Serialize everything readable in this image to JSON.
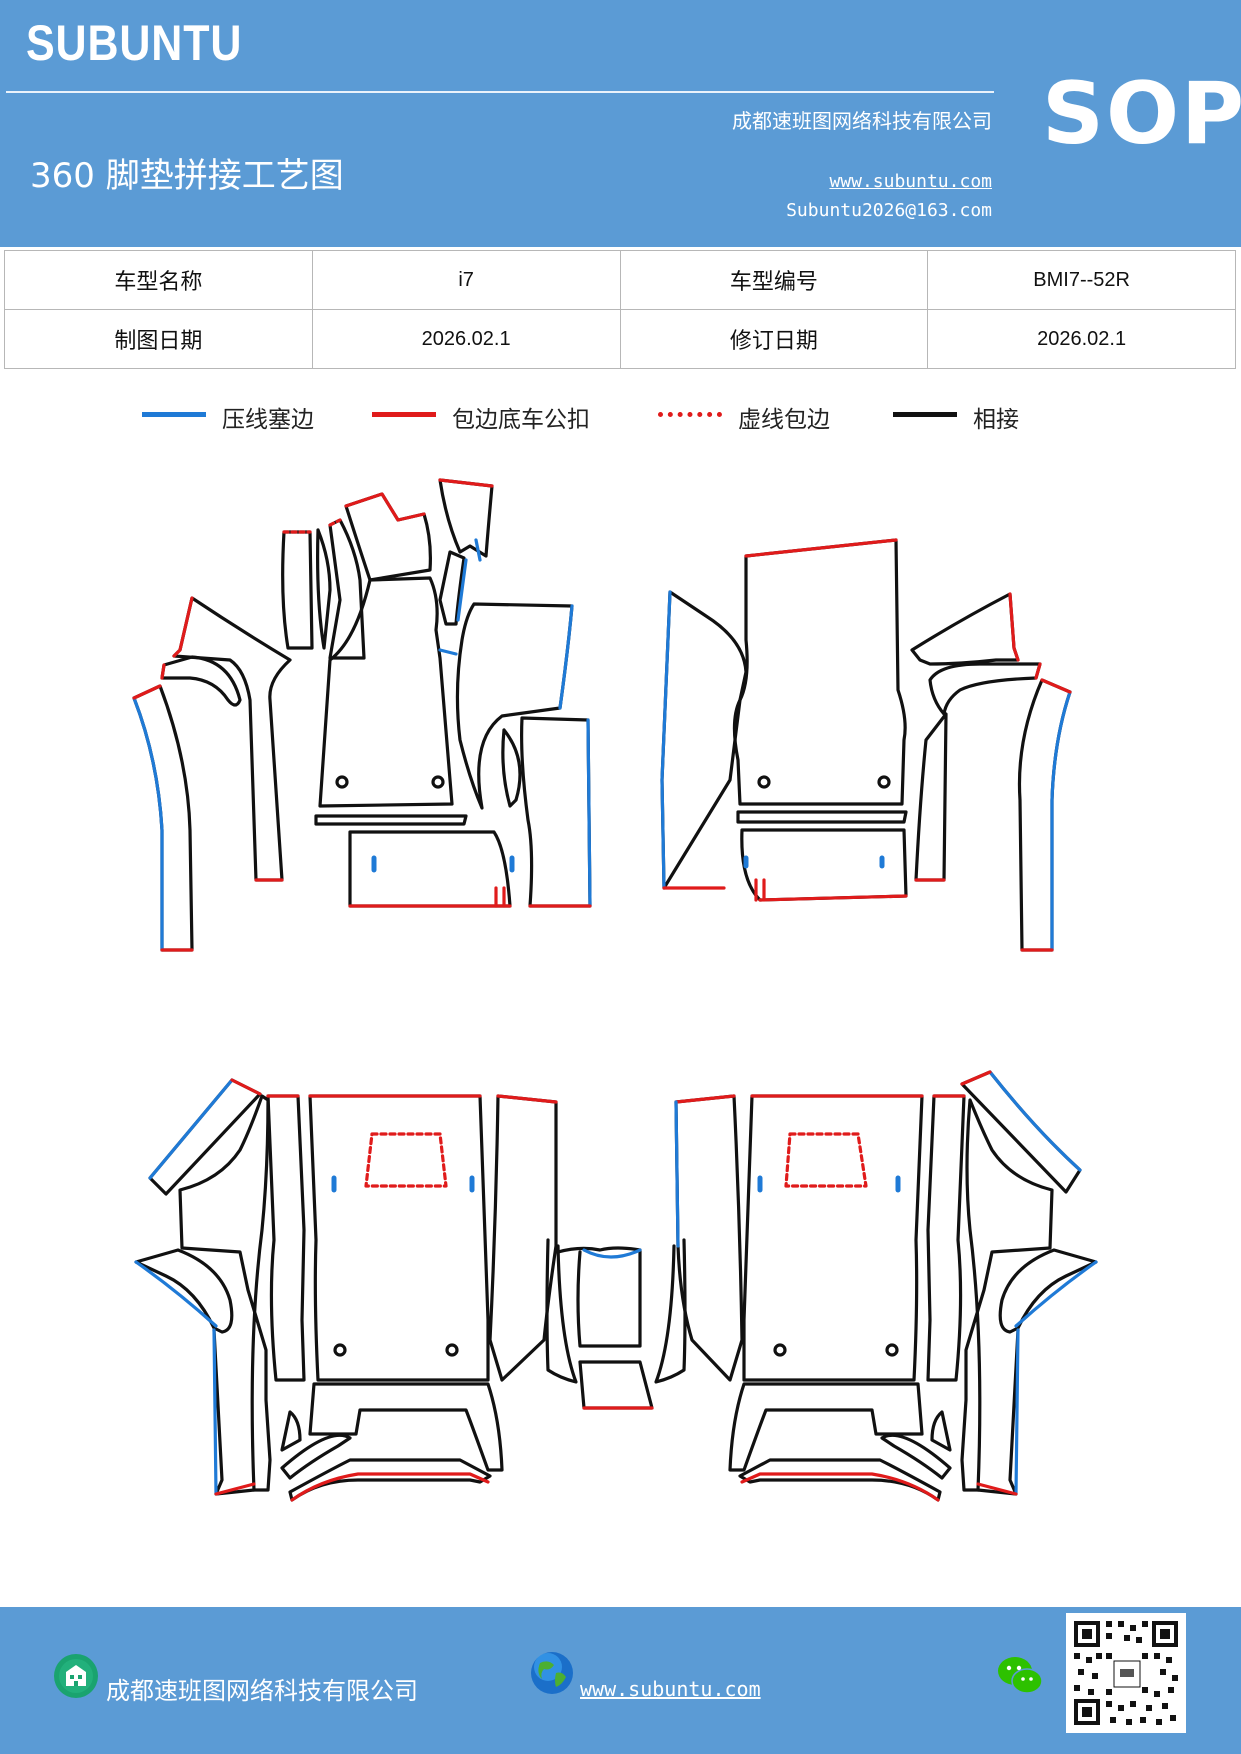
{
  "header": {
    "brand": "SUBUNTU",
    "company": "成都速班图网络科技有限公司",
    "title": "360 脚垫拼接工艺图",
    "website": "www.subuntu.com",
    "email": "Subuntu2026@163.com",
    "badge": "SOP"
  },
  "info_table": {
    "row1": {
      "label1": "车型名称",
      "value1": "i7",
      "label2": "车型编号",
      "value2": "BMI7--52R"
    },
    "row2": {
      "label1": "制图日期",
      "value1": "2026.02.1",
      "label2": "修订日期",
      "value2": "2026.02.1"
    }
  },
  "legend": [
    {
      "label": "压线塞边",
      "color": "#1f7ad6",
      "style": "solid"
    },
    {
      "label": "包边底车公扣",
      "color": "#e01b1b",
      "style": "solid"
    },
    {
      "label": "虚线包边",
      "color": "#e01b1b",
      "style": "dashed"
    },
    {
      "label": "相接",
      "color": "#111111",
      "style": "solid"
    }
  ],
  "footer": {
    "company": "成都速班图网络科技有限公司",
    "website": "www.subuntu.com"
  },
  "colors": {
    "header_blue": "#5b9bd5",
    "edge_blue": "#1f7ad6",
    "edge_red": "#e01b1b",
    "edge_black": "#111111"
  },
  "icons": [
    "company-building-icon",
    "globe-icon",
    "wechat-icon",
    "qr-code-icon"
  ]
}
